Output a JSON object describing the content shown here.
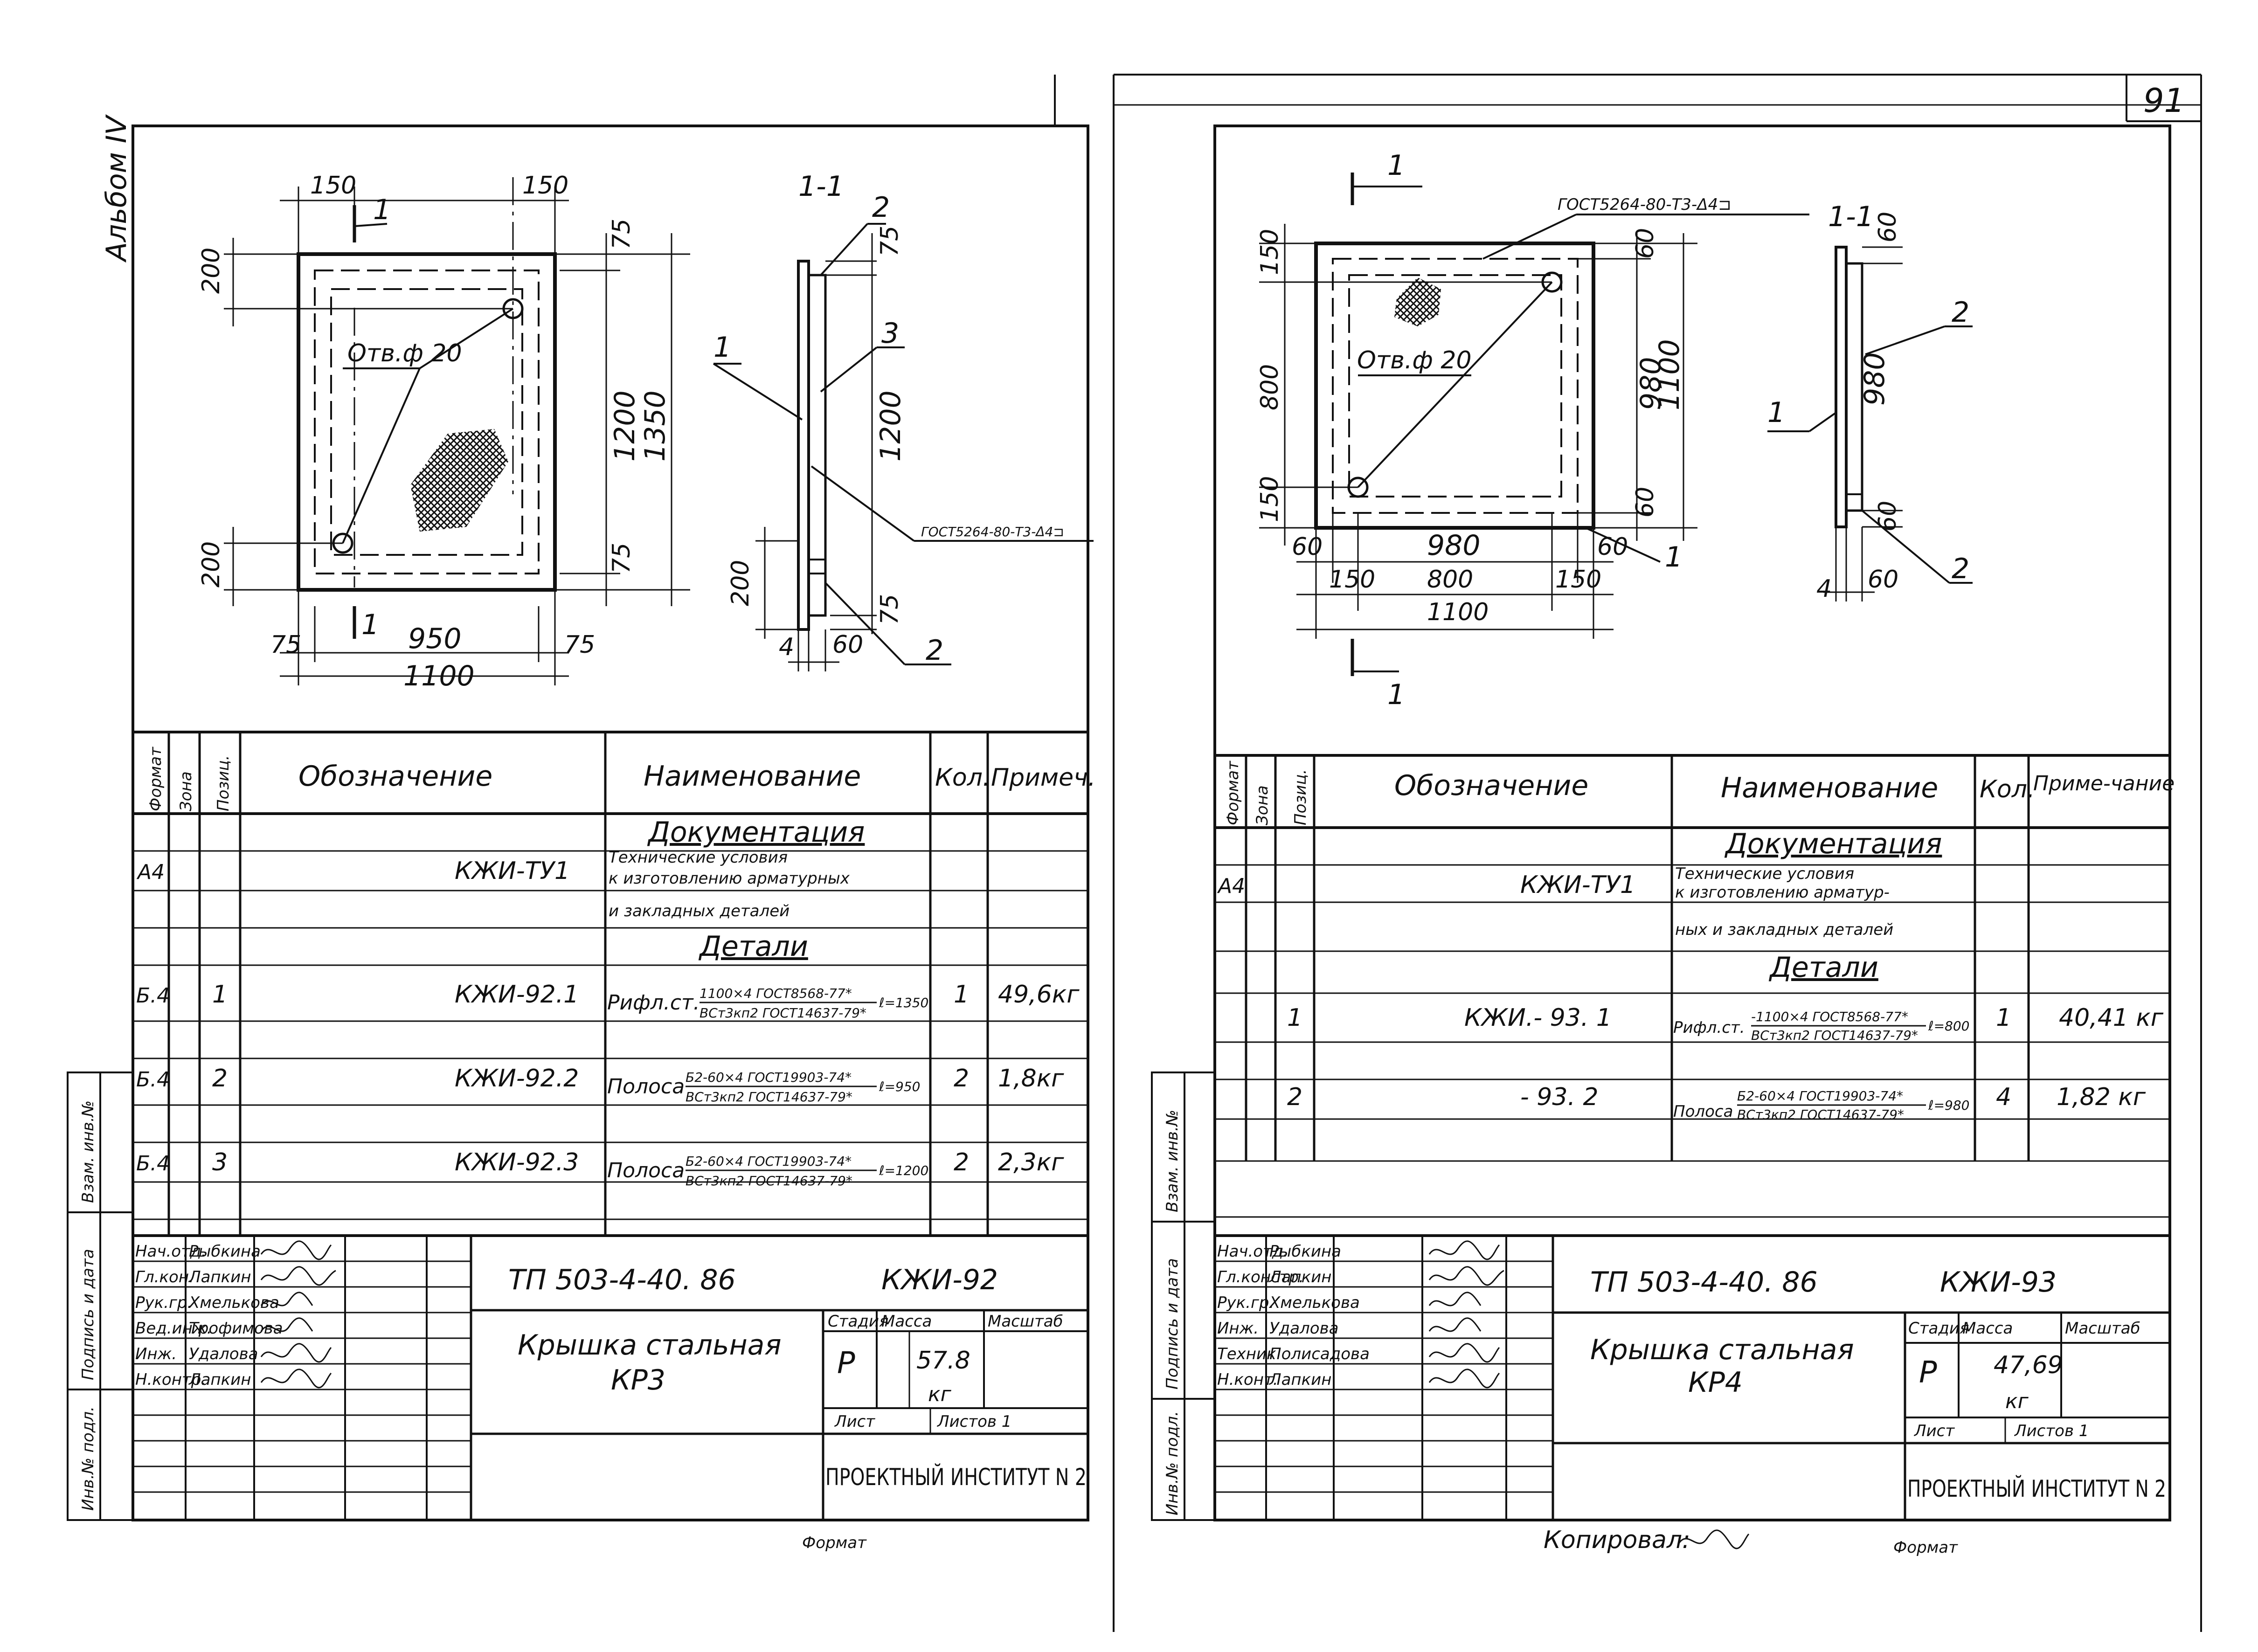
{
  "page_number": "91",
  "album_label": "Альбом IV",
  "sheets": [
    {
      "drawing": {
        "dims": {
          "d150a": "150",
          "d150b": "150",
          "d200a": "200",
          "d200b": "200",
          "d75a": "75",
          "d75b": "75",
          "d1200": "1200",
          "d1350": "1350",
          "d75l": "75",
          "d950": "950",
          "d75r": "75",
          "d1100": "1100",
          "hole": "Отв.ф 20",
          "cut_mark": "1",
          "sec_title": "1-1",
          "sec_1200": "1200",
          "sec_200": "200",
          "sec_75top": "75",
          "sec_75bot": "75",
          "sec_4": "4",
          "sec_60": "60",
          "pos1": "1",
          "pos2a": "2",
          "pos2b": "2",
          "pos3": "3",
          "weld": "ГОСТ5264-80-Т3-Δ4⊐"
        }
      },
      "table": {
        "headers": [
          "Формат",
          "Зона",
          "Позиц.",
          "Обозначение",
          "Наименование",
          "Кол.",
          "Примеч."
        ],
        "section_docs": "Документация",
        "doc_format": "А4",
        "doc_code": "КЖИ-ТУ1",
        "doc_name_1": "Технические условия",
        "doc_name_2": "к изготовлению арматурных",
        "doc_name_3": "и закладных деталей",
        "section_parts": "Детали",
        "rows": [
          {
            "format": "Б.4",
            "pos": "1",
            "code": "КЖИ-92.1",
            "name": "Рифл.ст.",
            "num": "1100×4 ГОСТ8568-77*",
            "den": "ВСт3кп2 ГОСТ14637-79*",
            "len": "ℓ=1350",
            "qty": "1",
            "note": "49,6кг"
          },
          {
            "format": "Б.4",
            "pos": "2",
            "code": "КЖИ-92.2",
            "name": "Полоса",
            "num": "Б2-60×4 ГОСТ19903-74*",
            "den": "ВСт3кп2 ГОСТ14637-79*",
            "len": "ℓ=950",
            "qty": "2",
            "note": "1,8кг"
          },
          {
            "format": "Б.4",
            "pos": "3",
            "code": "КЖИ-92.3",
            "name": "Полоса",
            "num": "Б2-60×4 ГОСТ19903-74*",
            "den": "ВСт3кп2 ГОСТ14637-79*",
            "len": "ℓ=1200",
            "qty": "2",
            "note": "2,3кг"
          }
        ]
      },
      "title_block": {
        "roles": [
          "Нач.отд.",
          "Гл.кон.",
          "Рук.гр.",
          "Вед.инж.",
          "Инж.",
          "Н.контр."
        ],
        "names": [
          "Рыбкина",
          "Лапкин",
          "Хмелькова",
          "Трофимова",
          "Удалова",
          "Лапкин"
        ],
        "project": "ТП 503-4-40. 86",
        "code": "КЖИ-92",
        "title": "Крышка стальная",
        "title_code": "КР3",
        "stage_label": "Стадия",
        "mass_label": "Масса",
        "scale_label": "Масштаб",
        "stage": "Р",
        "mass": "57.8",
        "mass_unit": "кг",
        "sheet_label": "Лист",
        "sheets_label": "Листов 1",
        "institute": "ПРОЕКТНЫЙ ИНСТИТУТ N 2",
        "format_label": "Формат"
      },
      "side_labels": [
        "Инв.№ подл.",
        "Подпись и дата",
        "Взам. инв.№"
      ]
    },
    {
      "drawing": {
        "dims": {
          "d150a": "150",
          "d800": "800",
          "d150b": "150",
          "d60top": "60",
          "d980v": "980",
          "d1100v": "1100",
          "d60v": "60",
          "d60l": "60",
          "d980h": "980",
          "d60r": "60",
          "d150l": "150",
          "d800h": "800",
          "d150r": "150",
          "d1100h": "1100",
          "hole": "Отв.ф 20",
          "cut_mark": "1",
          "sec_title": "1-1",
          "sec_980": "980",
          "sec_60top": "60",
          "sec_60bot": "60",
          "sec_4": "4",
          "sec_60": "60",
          "pos1a": "1",
          "pos1b": "1",
          "pos2a": "2",
          "pos2b": "2",
          "weld": "ГОСТ5264-80-Т3-Δ4⊐"
        }
      },
      "table": {
        "headers": [
          "Формат",
          "Зона",
          "Позиц.",
          "Обозначение",
          "Наименование",
          "Кол.",
          "Приме-чание"
        ],
        "section_docs": "Документация",
        "doc_format": "А4",
        "doc_code": "КЖИ-ТУ1",
        "doc_name_1": "Технические условия",
        "doc_name_2": "к изготовлению арматур-",
        "doc_name_3": "ных и закладных деталей",
        "section_parts": "Детали",
        "rows": [
          {
            "format": "",
            "pos": "1",
            "code": "КЖИ.- 93. 1",
            "name": "Рифл.ст.",
            "num": "-1100×4 ГОСТ8568-77*",
            "den": "ВСт3кп2 ГОСТ14637-79*",
            "len": "ℓ=800",
            "qty": "1",
            "note": "40,41 кг"
          },
          {
            "format": "",
            "pos": "2",
            "code": "- 93. 2",
            "name": "Полоса",
            "num": "Б2-60×4 ГОСТ19903-74*",
            "den": "ВСт3кп2 ГОСТ14637-79*",
            "len": "ℓ=980",
            "qty": "4",
            "note": "1,82 кг"
          }
        ]
      },
      "title_block": {
        "roles": [
          "Нач.отд.",
          "Гл.констр.",
          "Рук.гр.",
          "Инж.",
          "Техник",
          "Н.конт."
        ],
        "names": [
          "Рыбкина",
          "Лапкин",
          "Хмелькова",
          "Удалова",
          "Полисадова",
          "Лапкин"
        ],
        "project": "ТП 503-4-40. 86",
        "code": "КЖИ-93",
        "title": "Крышка стальная",
        "title_code": "КР4",
        "stage_label": "Стадия",
        "mass_label": "Масса",
        "scale_label": "Масштаб",
        "stage": "Р",
        "mass": "47,69",
        "mass_unit": "кг",
        "sheet_label": "Лист",
        "sheets_label": "Листов 1",
        "institute": "ПРОЕКТНЫЙ ИНСТИТУТ N 2",
        "format_label": "Формат",
        "copied_label": "Копировал:"
      },
      "side_labels": [
        "Инв.№ подл.",
        "Подпись и дата",
        "Взам. инв.№"
      ]
    }
  ]
}
